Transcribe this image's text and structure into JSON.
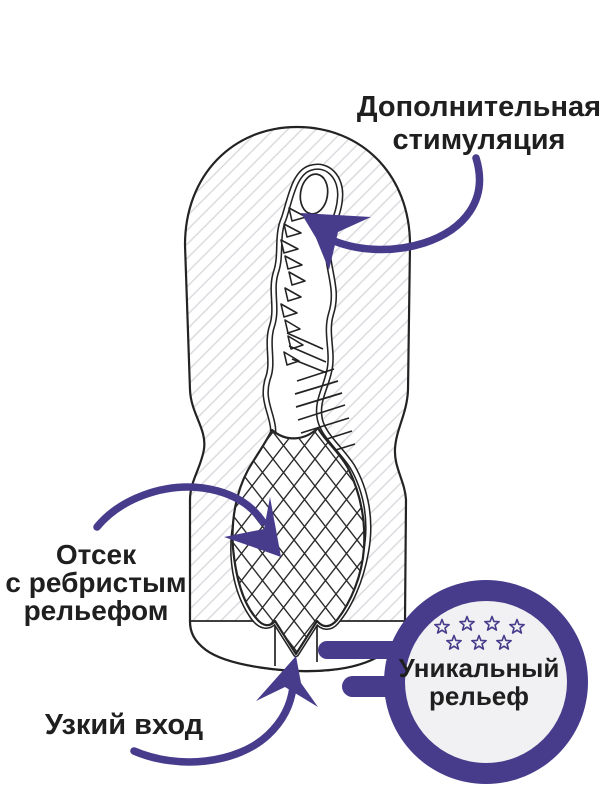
{
  "colors": {
    "accent": "#473C8C",
    "ink": "#1F1F1F",
    "outline": "#232323",
    "badge_inner": "#F1F1F3",
    "hatch_line": "#D8D8DD",
    "page_bg": "#FFFFFF"
  },
  "labels": {
    "additional_stimulation": {
      "line1": "Дополнительная",
      "line2": "стимуляция"
    },
    "ribbed_compartment": {
      "line1": "Отсек",
      "line2": "с ребристым",
      "line3": "рельефом"
    },
    "narrow_entrance": {
      "text": "Узкий вход"
    }
  },
  "badge": {
    "line1": "Уникальный",
    "line2": "рельеф",
    "stars_count": 7
  }
}
